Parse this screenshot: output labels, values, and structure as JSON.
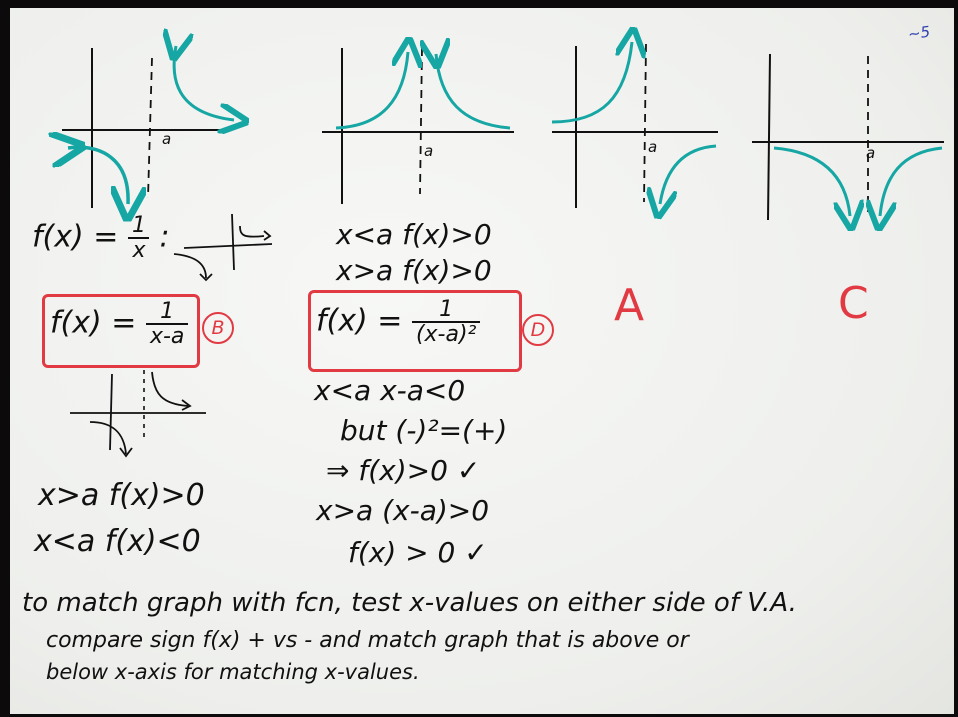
{
  "corner_mark": "~5",
  "graph_labels": {
    "a1": "a",
    "a2": "a",
    "a3": "a",
    "a4": "a"
  },
  "reciprocal": {
    "label": "f(x) =",
    "num": "1",
    "den": "x",
    "colon": ":"
  },
  "B": {
    "label": "f(x) =",
    "num": "1",
    "den": "x-a",
    "tag": "B",
    "line1": "x>a   f(x)>0",
    "line2": "x<a   f(x)<0"
  },
  "D": {
    "cond1": "x<a  f(x)>0",
    "cond2": "x>a  f(x)>0",
    "label": "f(x) =",
    "num": "1",
    "den": "(x-a)²",
    "tag": "D",
    "step1": "x<a    x-a<0",
    "step2": "but  (-)²=(+)",
    "step3": "⇒ f(x)>0 ✓",
    "step4": "x>a   (x-a)>0",
    "step5": "f(x) > 0 ✓"
  },
  "answer_A": "A",
  "answer_C": "C",
  "footer": {
    "line1": "to match graph with fcn, test x-values on either side of V.A.",
    "line2": "compare sign f(x) + vs - and match graph that is above or",
    "line3": "below x-axis for matching x-values."
  },
  "colors": {
    "teal": "#16a6a4",
    "red": "#e23a43",
    "ink": "#111111",
    "paper": "#f2f3f0"
  }
}
